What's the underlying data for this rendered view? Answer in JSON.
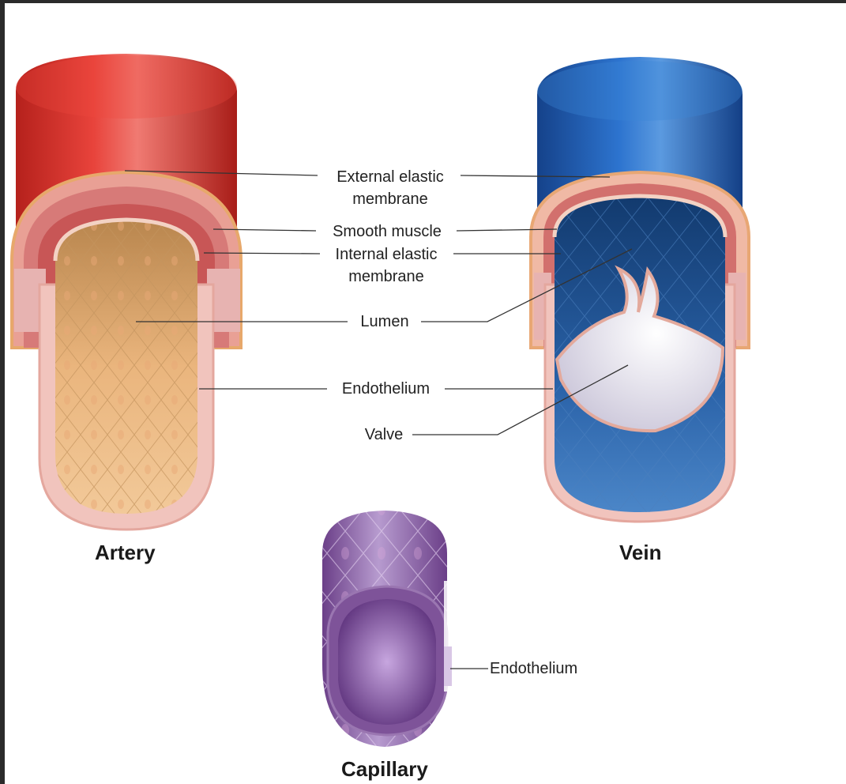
{
  "labels": {
    "external_elastic_line1": "External elastic",
    "external_elastic_line2": "membrane",
    "smooth_muscle": "Smooth muscle",
    "internal_elastic_line1": "Internal elastic",
    "internal_elastic_line2": "membrane",
    "lumen": "Lumen",
    "endothelium": "Endothelium",
    "valve": "Valve",
    "capillary_endothelium": "Endothelium"
  },
  "titles": {
    "artery": "Artery",
    "vein": "Vein",
    "capillary": "Capillary"
  },
  "colors": {
    "artery_outer": "#d7322b",
    "artery_lumen": "#e9b47a",
    "vein_outer": "#1f5db0",
    "vein_lumen": "#1e4f8f",
    "wall_pink": "#e79a93",
    "capillary": "#8a5aa6"
  }
}
